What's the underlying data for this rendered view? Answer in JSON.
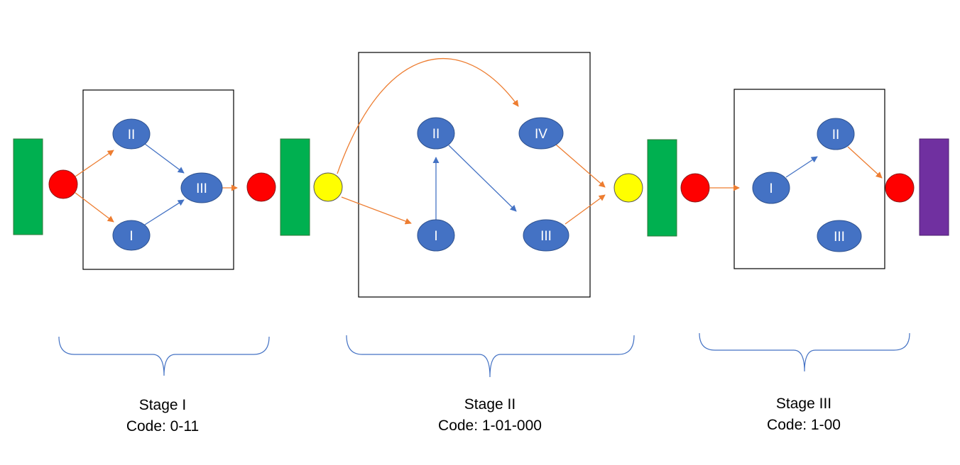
{
  "colors": {
    "node_fill": "#4472c4",
    "node_stroke": "#2f528f",
    "blue_arrow": "#4472c4",
    "orange_arrow": "#ed7d31",
    "green_block": "#00b050",
    "purple_block": "#7030a0",
    "red_dot": "#ff0000",
    "yellow_dot": "#ffff00",
    "brace": "#4472c4"
  },
  "stages": [
    {
      "label": "Stage I",
      "code": "Code: 0-11",
      "nodes": [
        {
          "id": "s1-ii",
          "label": "II"
        },
        {
          "id": "s1-iii",
          "label": "III"
        },
        {
          "id": "s1-i",
          "label": "I"
        }
      ]
    },
    {
      "label": "Stage II",
      "code": "Code: 1-01-000",
      "nodes": [
        {
          "id": "s2-ii",
          "label": "II"
        },
        {
          "id": "s2-iv",
          "label": "IV"
        },
        {
          "id": "s2-i",
          "label": "I"
        },
        {
          "id": "s2-iii",
          "label": "III"
        }
      ]
    },
    {
      "label": "Stage III",
      "code": "Code: 1-00",
      "nodes": [
        {
          "id": "s3-ii",
          "label": "II"
        },
        {
          "id": "s3-i",
          "label": "I"
        },
        {
          "id": "s3-iii",
          "label": "III"
        }
      ]
    }
  ]
}
